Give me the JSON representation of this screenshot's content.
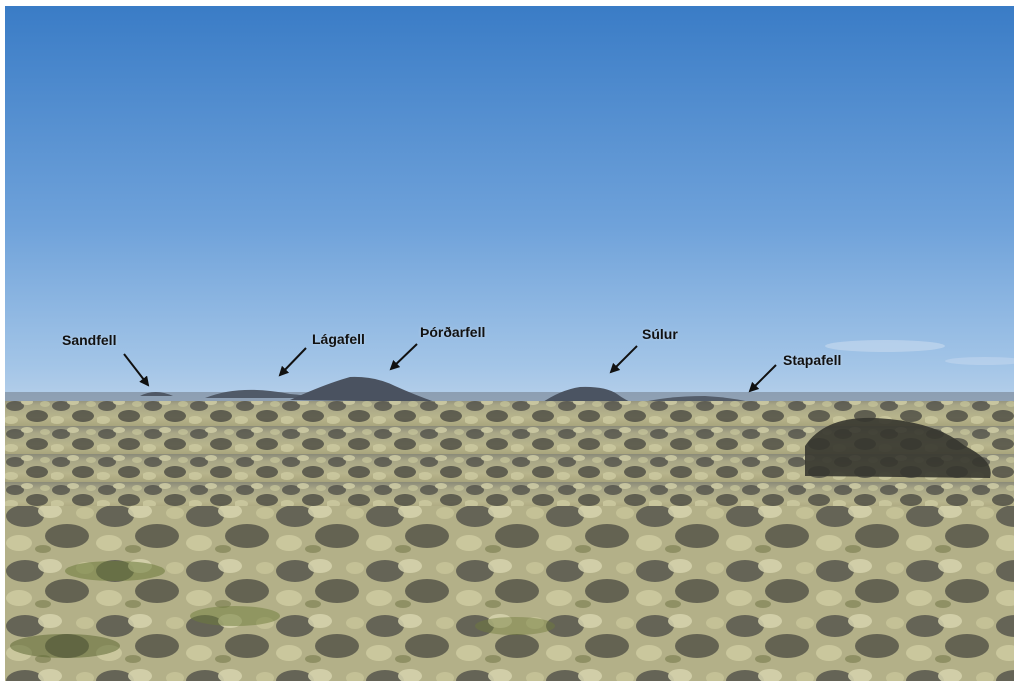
{
  "labels": {
    "sandfell": "Sandfell",
    "lagafell": "Lágafell",
    "thordarfell": "Þórðarfell",
    "sulur": "Súlur",
    "stapafell": "Stapafell"
  },
  "colors": {
    "sky_top": "#3c7fc7",
    "sky_horizon": "#9ec3e6",
    "mountain": "#4d5563",
    "moss": "#b9b98a",
    "lava": "#3f3f3c"
  }
}
